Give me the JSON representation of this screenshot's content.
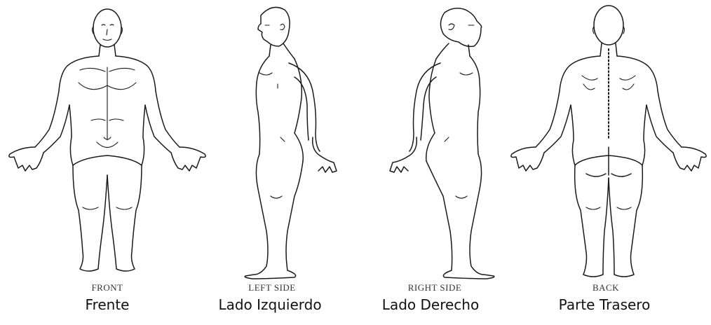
{
  "views": [
    {
      "id": "front",
      "label_en": "FRONT",
      "label_es": "Frente"
    },
    {
      "id": "left",
      "label_en": "LEFT SIDE",
      "label_es": "Lado Izquierdo"
    },
    {
      "id": "right",
      "label_en": "RIGHT SIDE",
      "label_es": "Lado Derecho"
    },
    {
      "id": "back",
      "label_en": "BACK",
      "label_es": "Parte Trasero"
    }
  ],
  "colors": {
    "line": "#1a1a1a",
    "background": "#ffffff"
  }
}
